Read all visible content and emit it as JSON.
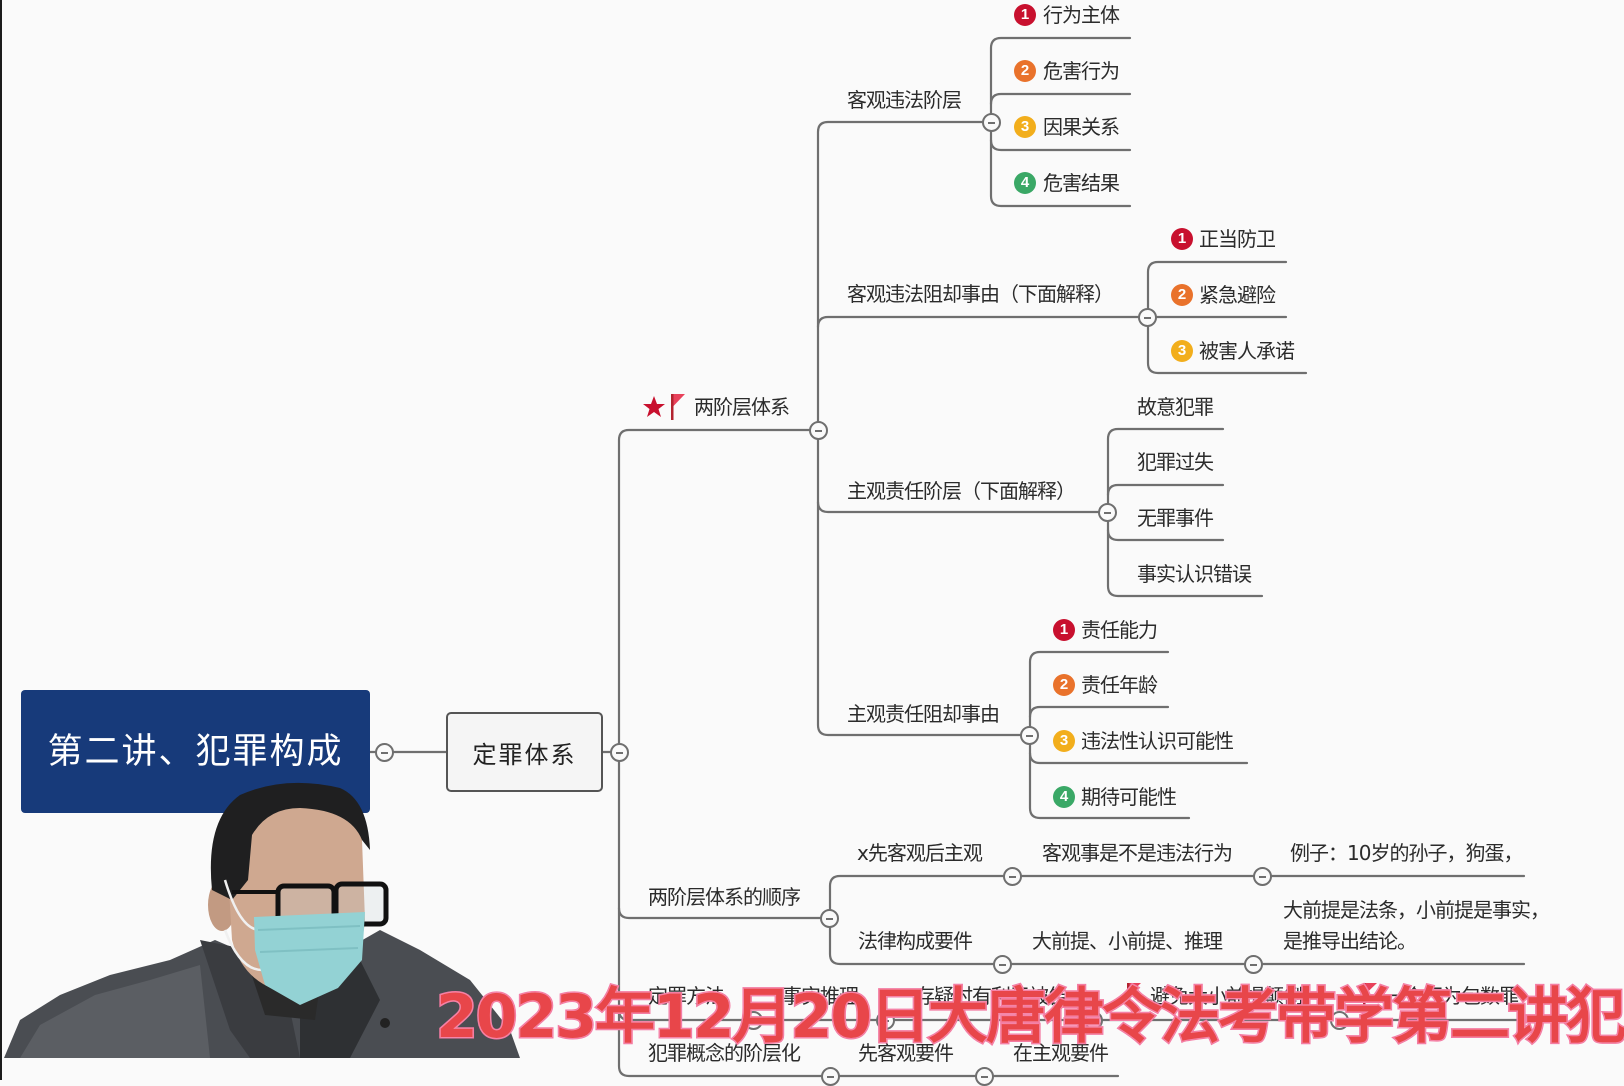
{
  "mindmap": {
    "root": {
      "label": "第二讲、犯罪构成"
    },
    "central": {
      "label": "定罪体系"
    },
    "two_tier": {
      "label": "两阶层体系",
      "markers": [
        "priority-star",
        "red-flag"
      ],
      "children": [
        {
          "label": "客观违法阶层",
          "children": [
            {
              "badge": "1",
              "label": "行为主体"
            },
            {
              "badge": "2",
              "label": "危害行为"
            },
            {
              "badge": "3",
              "label": "因果关系"
            },
            {
              "badge": "4",
              "label": "危害结果"
            }
          ]
        },
        {
          "label": "客观违法阻却事由（下面解释）",
          "children": [
            {
              "badge": "1",
              "label": "正当防卫"
            },
            {
              "badge": "2",
              "label": "紧急避险"
            },
            {
              "badge": "3",
              "label": "被害人承诺"
            }
          ]
        },
        {
          "label": "主观责任阶层（下面解释）",
          "children": [
            {
              "label": "故意犯罪"
            },
            {
              "label": "犯罪过失"
            },
            {
              "label": "无罪事件"
            },
            {
              "label": "事实认识错误"
            }
          ]
        },
        {
          "label": "主观责任阻却事由",
          "children": [
            {
              "badge": "1",
              "label": "责任能力"
            },
            {
              "badge": "2",
              "label": "责任年龄"
            },
            {
              "badge": "3",
              "label": "违法性认识可能性"
            },
            {
              "badge": "4",
              "label": "期待可能性"
            }
          ]
        }
      ]
    },
    "order": {
      "label": "两阶层体系的顺序",
      "children": [
        {
          "label": "x先客观后主观",
          "next": {
            "label": "客观事是不是违法行为",
            "next": {
              "label": "例子：10岁的孙子，狗蛋，"
            }
          }
        },
        {
          "label": "法律构成要件",
          "next": {
            "label": "大前提、小前提、推理",
            "next": {
              "lines": [
                "大前提是法条，小前提是事实，",
                "是推导出结论。"
              ]
            }
          }
        }
      ]
    },
    "method": {
      "label": "定罪方法",
      "chain": [
        "事实推理",
        "存疑时有利于被告",
        "避免大小前提颠倒",
        "一个行为包数罪"
      ]
    },
    "hierarchy": {
      "label": "犯罪概念的阶层化",
      "chain": [
        "先客观要件",
        "在主观要件"
      ]
    }
  },
  "badge_colors": {
    "1": "#c8102e",
    "2": "#e9722b",
    "3": "#f2ae1c",
    "4": "#3aa866"
  },
  "colors": {
    "root_bg": "#173a7a",
    "line": "#6f6f6f",
    "overlay_text": "#e8464a",
    "overlay_stroke": "#f47aa2"
  },
  "overlay": {
    "caption": "2023年12月20日大唐律令法考带学第二讲犯"
  }
}
